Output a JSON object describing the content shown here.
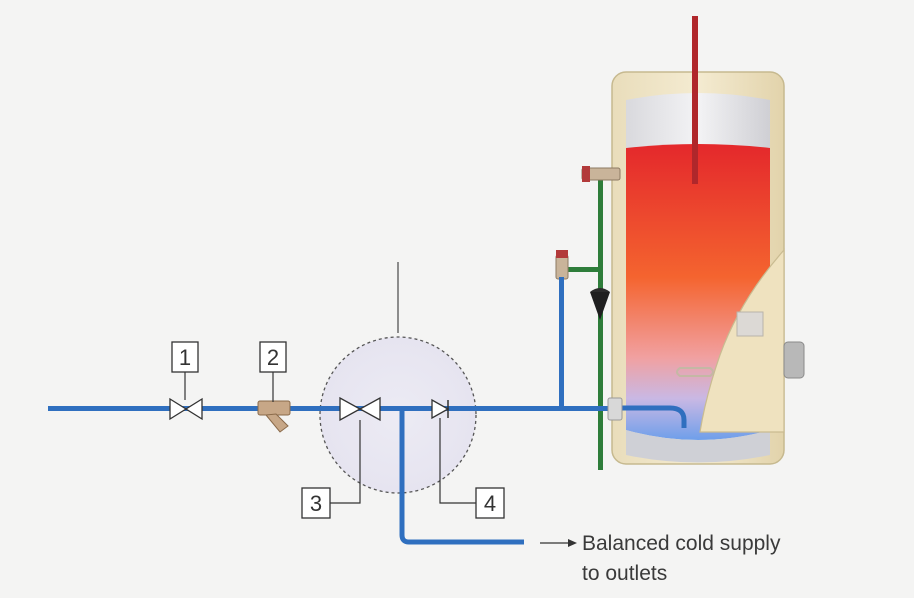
{
  "labels": {
    "item1": "1",
    "item2": "2",
    "item3": "3",
    "item4": "4"
  },
  "caption": {
    "line1": "Balanced cold supply",
    "line2": "to outlets"
  },
  "colors": {
    "pipe_blue": "#2f6fbf",
    "pipe_green": "#2e7d3a",
    "flue_red": "#b0272b",
    "cylinder_casing": "#efe3c2",
    "hot_water": "#e8322a",
    "cold_water": "#7ea6e6"
  }
}
